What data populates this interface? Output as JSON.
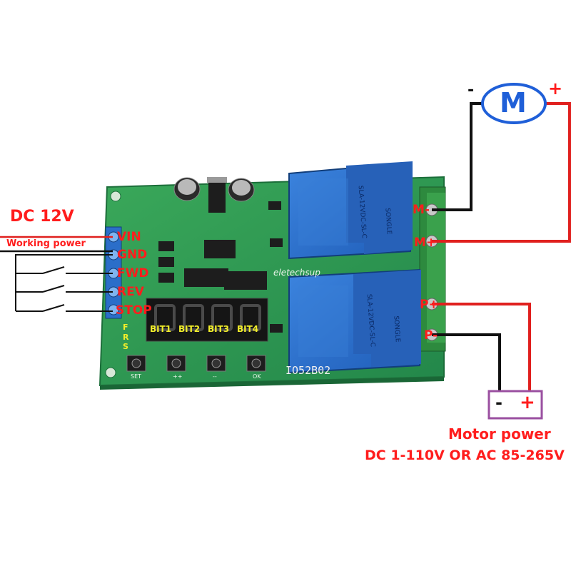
{
  "labels": {
    "dc12v": "DC 12V",
    "working_power": "Working power",
    "motor_power": "Motor power",
    "motor_supply_range": "DC 1-110V OR AC 85-265V"
  },
  "input_terminals": [
    "VIN",
    "GND",
    "FWD",
    "REV",
    "STOP"
  ],
  "output_terminals": {
    "m_minus": "M-",
    "m_plus": "M+",
    "p_plus": "P+",
    "p_minus": "P-"
  },
  "board": {
    "brand": "eletechsup",
    "model": "IO52B02",
    "mode_leds": [
      "F",
      "R",
      "S"
    ],
    "digits": [
      "BIT1",
      "BIT2",
      "BIT3",
      "BIT4"
    ],
    "buttons": [
      "SET",
      "++",
      "--",
      "OK"
    ],
    "relay_model": "SLA-12VDC-SL-C",
    "relay_brand": "SONGLE"
  },
  "motor": {
    "symbol": "M",
    "minus": "-",
    "plus": "+"
  },
  "supply_box": {
    "minus": "-",
    "plus": "+"
  },
  "colors": {
    "wire_positive": "#e0201e",
    "wire_negative": "#111111",
    "label_red": "#ff1d1d",
    "pcb_green": "#2f9e4e",
    "relay_blue": "#2b6ec9",
    "motor_blue": "#1f5fd8",
    "supply_box_purple": "#9a4fa0"
  }
}
